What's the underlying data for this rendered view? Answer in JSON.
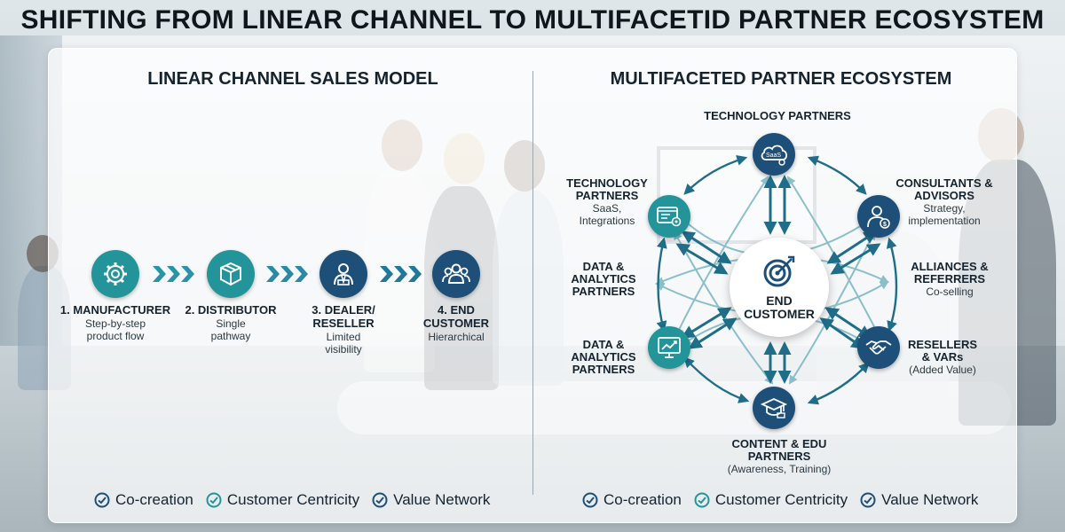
{
  "title": "SHIFTING FROM LINEAR CHANNEL TO MULTIFACETID PARTNER ECOSYSTEM",
  "colors": {
    "teal": "#23959a",
    "navy": "#1d4f78",
    "arrow_light": "#7fb9c4",
    "arrow_dark": "#1f6d88"
  },
  "linear": {
    "title": "LINEAR CHANNEL SALES MODEL",
    "steps": [
      {
        "label_lines": [
          "1. MANUFACTURER"
        ],
        "desc_lines": [
          "Step-by-step",
          "product flow"
        ],
        "icon": "gear-icon"
      },
      {
        "label_lines": [
          "2. DISTRIBUTOR"
        ],
        "desc_lines": [
          "Single",
          "pathway"
        ],
        "icon": "package-box-icon"
      },
      {
        "label_lines": [
          "3. DEALER/",
          "RESELLER"
        ],
        "desc_lines": [
          "Limited",
          "visibility"
        ],
        "icon": "business-person-icon"
      },
      {
        "label_lines": [
          "4. END",
          "CUSTOMER"
        ],
        "desc_lines": [
          "Hierarchical"
        ],
        "icon": "group-users-icon"
      }
    ]
  },
  "ecosystem": {
    "title": "MULTIFACETED PARTNER ECOSYSTEM",
    "center": {
      "lines": [
        "END",
        "CUSTOMER"
      ],
      "icon": "target-bullseye-icon"
    },
    "nodes": [
      {
        "id": "top",
        "title_lines": [
          "TECHNOLOGY PARTNERS"
        ],
        "sub_lines": [],
        "icon": "cloud-saas-icon",
        "icon_text": "SaaS"
      },
      {
        "id": "upper-left",
        "title_lines": [
          "TECHNOLOGY",
          "PARTNERS"
        ],
        "sub_lines": [
          "SaaS,",
          "Integrations"
        ],
        "icon": "dashboard-settings-icon"
      },
      {
        "id": "upper-right",
        "title_lines": [
          "CONSULTANTS &",
          "ADVISORS"
        ],
        "sub_lines": [
          "Strategy,",
          "implementation"
        ],
        "icon": "advisor-dollar-icon"
      },
      {
        "id": "mid-left",
        "title_lines": [
          "DATA &",
          "ANALYTICS",
          "PARTNERS"
        ],
        "sub_lines": []
      },
      {
        "id": "mid-right",
        "title_lines": [
          "ALLIANCES &",
          "REFERRERS"
        ],
        "sub_lines": [
          "Co-selling"
        ]
      },
      {
        "id": "lower-left",
        "title_lines": [
          "DATA &",
          "ANALYTICS",
          "PARTNERS"
        ],
        "sub_lines": [],
        "icon": "monitor-chart-icon"
      },
      {
        "id": "lower-right",
        "title_lines": [
          "RESELLERS",
          "& VARs"
        ],
        "sub_lines": [
          "(Added Value)"
        ],
        "icon": "handshake-icon"
      },
      {
        "id": "bottom",
        "title_lines": [
          "CONTENT & EDU",
          "PARTNERS"
        ],
        "sub_lines": [
          "(Awareness, Training)"
        ],
        "icon": "graduation-cap-icon"
      }
    ]
  },
  "legend": [
    "Co-creation",
    "Customer Centricity",
    "Value Network"
  ]
}
